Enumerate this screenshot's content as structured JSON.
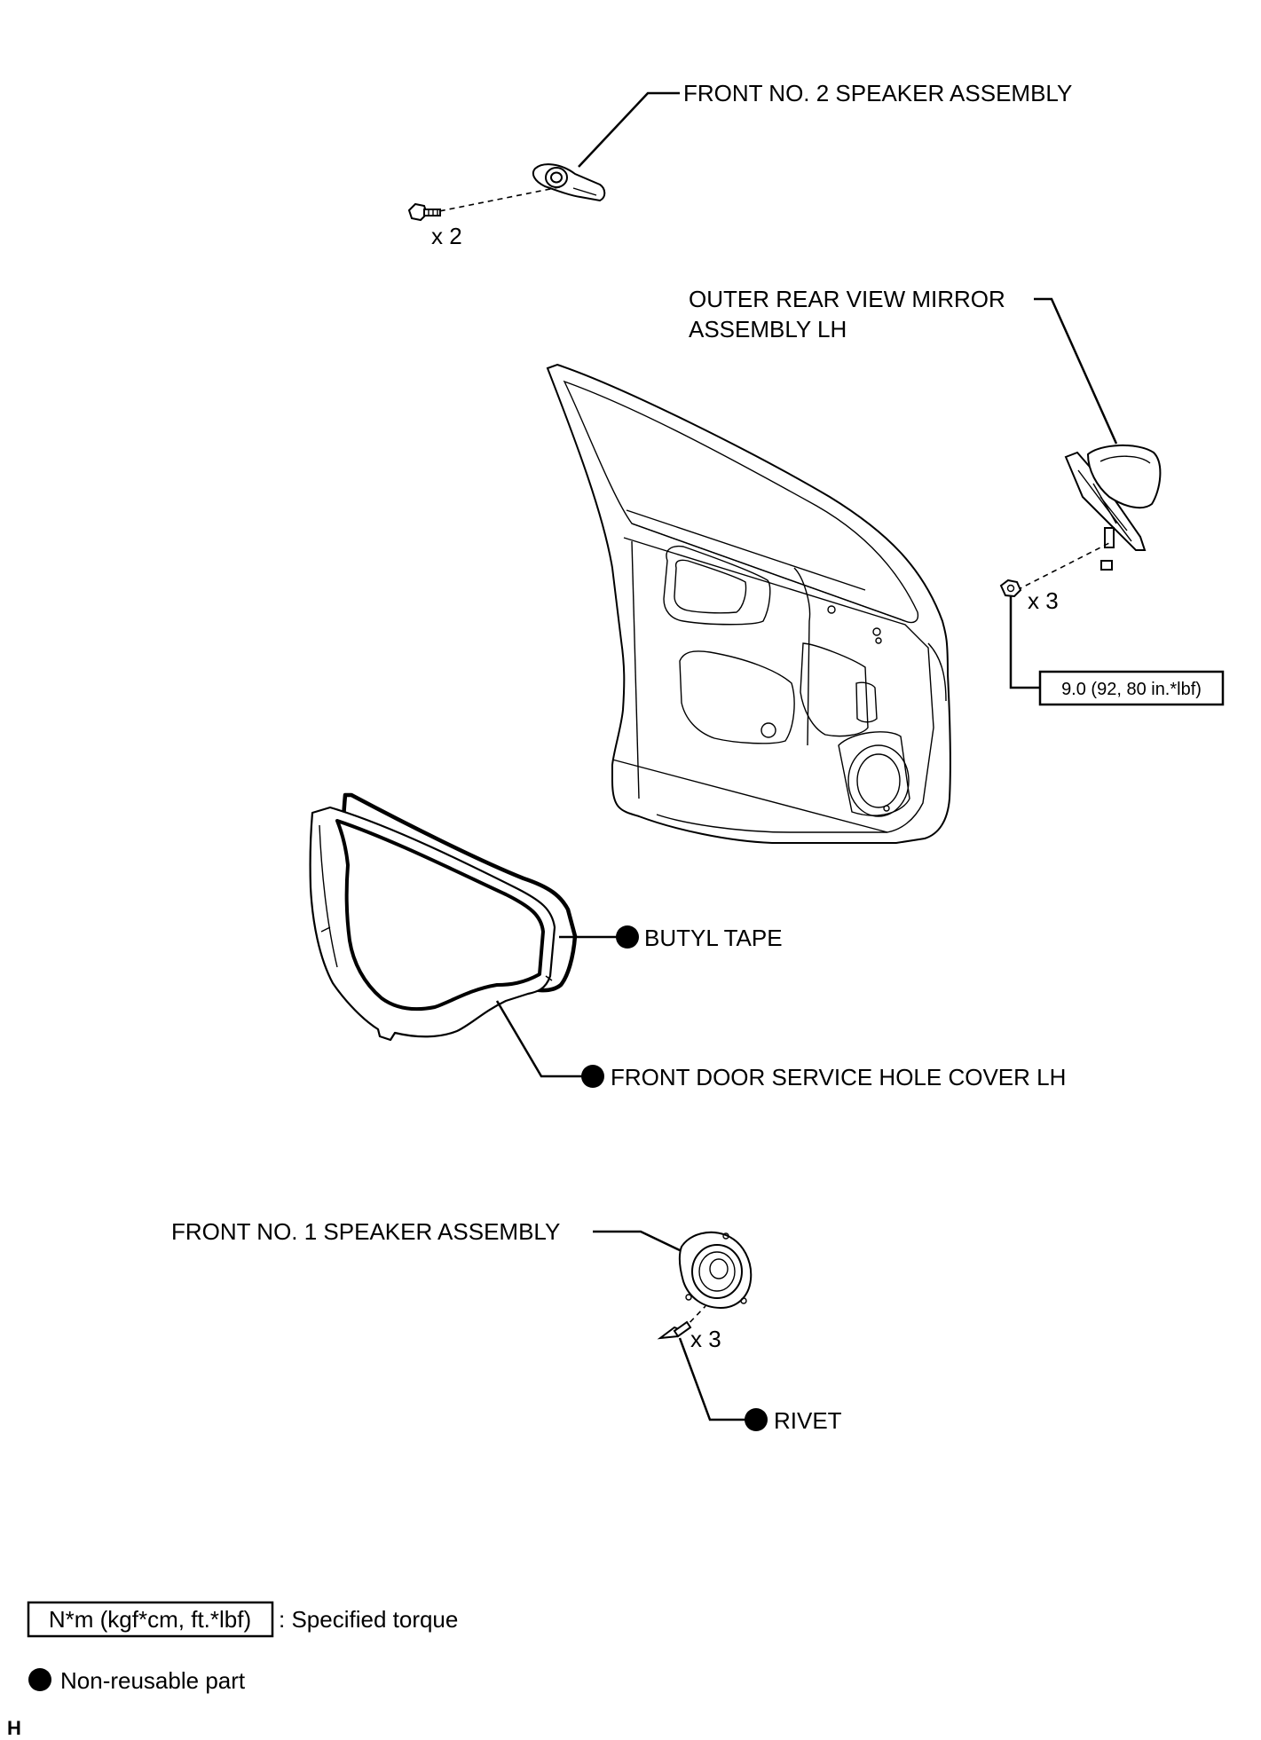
{
  "labels": {
    "front_no2_speaker": "FRONT NO. 2 SPEAKER ASSEMBLY",
    "front_no2_qty": "x 2",
    "mirror_line1": "OUTER REAR VIEW MIRROR",
    "mirror_line2": "ASSEMBLY LH",
    "mirror_qty": "x 3",
    "mirror_torque": "9.0 (92, 80 in.*lbf)",
    "butyl_tape": "BUTYL TAPE",
    "service_hole_cover": "FRONT DOOR SERVICE HOLE COVER LH",
    "front_no1_speaker": "FRONT NO. 1 SPEAKER ASSEMBLY",
    "rivet_qty": "x 3",
    "rivet": "RIVET"
  },
  "legend": {
    "torque_box": "N*m (kgf*cm, ft.*lbf)",
    "torque_desc": ": Specified torque",
    "nonreusable_desc": "Non-reusable part"
  },
  "footer_code": "H"
}
